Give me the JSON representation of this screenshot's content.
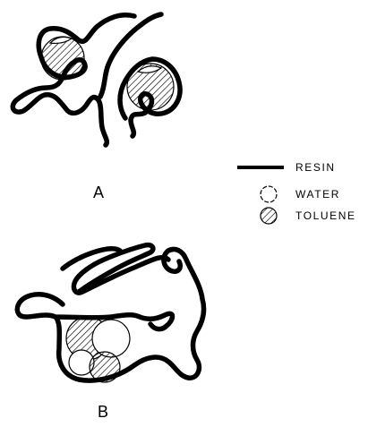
{
  "figure": {
    "panels": [
      {
        "id": "A",
        "label": "A"
      },
      {
        "id": "B",
        "label": "B"
      }
    ],
    "legend": [
      {
        "key": "resin",
        "label": "RESIN",
        "symbol": "thick-line"
      },
      {
        "key": "water",
        "label": "WATER",
        "symbol": "open-circle"
      },
      {
        "key": "toluene",
        "label": "TOLUENE",
        "symbol": "hatched-circle"
      }
    ],
    "colors": {
      "line": "#000000",
      "background": "#ffffff"
    }
  }
}
